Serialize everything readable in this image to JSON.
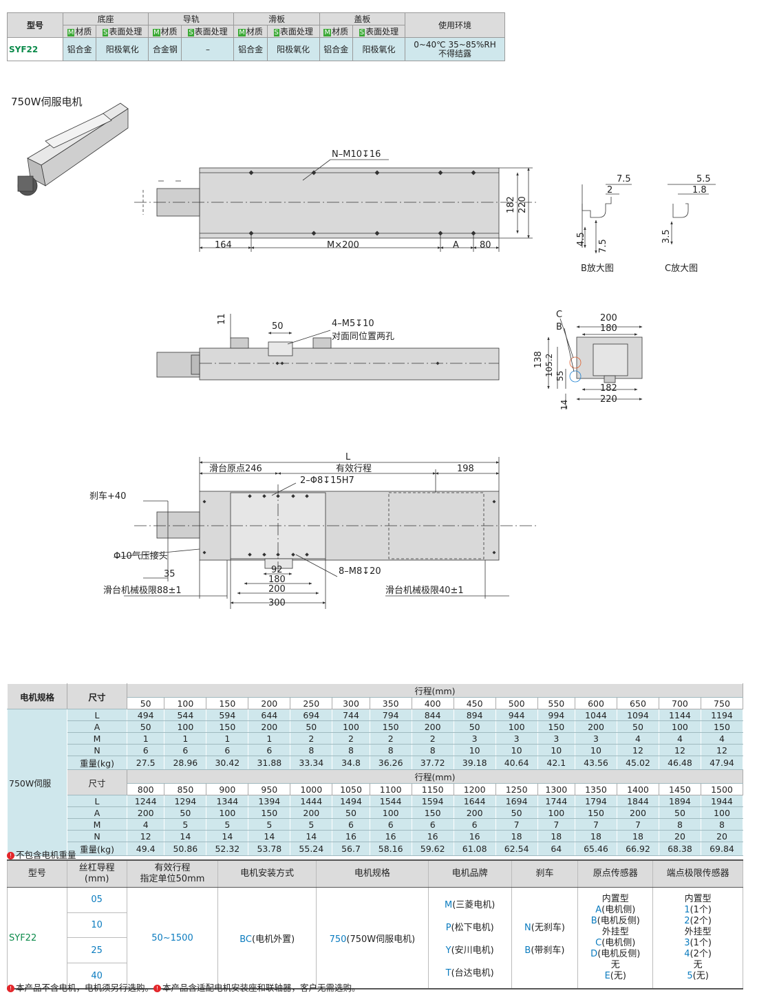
{
  "material_table": {
    "col_model": "型号",
    "groups": [
      "底座",
      "导轨",
      "滑板",
      "盖板"
    ],
    "col_env": "使用环境",
    "sub_labels": [
      "材质",
      "表面处理",
      "材质",
      "表面处理",
      "材质",
      "表面处理",
      "材质",
      "表面处理"
    ],
    "sub_tags": [
      "M",
      "S",
      "M",
      "S",
      "M",
      "S",
      "M",
      "S"
    ],
    "row": {
      "model": "SYF22",
      "cells": [
        "铝合金",
        "阳极氧化",
        "合金钢",
        "–",
        "铝合金",
        "阳极氧化",
        "铝合金",
        "阳极氧化"
      ],
      "env_line1": "0~40℃ 35~85%RH",
      "env_line2": "不得结露"
    }
  },
  "section_title": "750W伺服电机",
  "drawing": {
    "top_view": {
      "hole_note": "N–M10↧16",
      "dim_164": "164",
      "dim_m200": "M×200",
      "dim_a": "A",
      "dim_80": "80",
      "dim_182": "182",
      "dim_220": "220"
    },
    "detail_b": {
      "d1": "7.5",
      "d2": "2",
      "d3": "4.5",
      "d4": "7.5",
      "caption": "B放大图"
    },
    "detail_c": {
      "d1": "5.5",
      "d2": "1.8",
      "d3": "3.5",
      "caption": "C放大图"
    },
    "side_view": {
      "d11": "11",
      "d50": "50",
      "note1": "4–M5↧10",
      "note2": "对面同位置两孔"
    },
    "end_view": {
      "c": "C",
      "b": "B",
      "d200": "200",
      "d180": "180",
      "d138": "138",
      "d1052": "105.2",
      "d55": "55",
      "d182": "182",
      "d220": "220",
      "d14": "14"
    },
    "bottom_view": {
      "L": "L",
      "origin": "滑台原点246",
      "stroke": "有效行程",
      "d198": "198",
      "pin": "2–Φ8↧15H7",
      "brake": "刹车+40",
      "air": "Φ10气压接头",
      "d35": "35",
      "limit_left": "滑台机械极限88±1",
      "d92": "92",
      "d180": "180",
      "d200": "200",
      "d300": "300",
      "m8": "8–M8↧20",
      "limit_right": "滑台机械极限40±1"
    }
  },
  "spec_table": {
    "col_motor": "电机规格",
    "col_size": "尺寸",
    "stroke_label": "行程(mm)",
    "motor": "750W伺服",
    "row_labels": [
      "L",
      "A",
      "M",
      "N",
      "重量(kg)"
    ],
    "blocks": [
      {
        "strokes": [
          "50",
          "100",
          "150",
          "200",
          "250",
          "300",
          "350",
          "400",
          "450",
          "500",
          "550",
          "600",
          "650",
          "700",
          "750"
        ],
        "rows": [
          [
            "494",
            "544",
            "594",
            "644",
            "694",
            "744",
            "794",
            "844",
            "894",
            "944",
            "994",
            "1044",
            "1094",
            "1144",
            "1194"
          ],
          [
            "50",
            "100",
            "150",
            "200",
            "50",
            "100",
            "150",
            "200",
            "50",
            "100",
            "150",
            "200",
            "50",
            "100",
            "150"
          ],
          [
            "1",
            "1",
            "1",
            "1",
            "2",
            "2",
            "2",
            "2",
            "3",
            "3",
            "3",
            "3",
            "4",
            "4",
            "4"
          ],
          [
            "6",
            "6",
            "6",
            "6",
            "8",
            "8",
            "8",
            "8",
            "10",
            "10",
            "10",
            "10",
            "12",
            "12",
            "12"
          ],
          [
            "27.5",
            "28.96",
            "30.42",
            "31.88",
            "33.34",
            "34.8",
            "36.26",
            "37.72",
            "39.18",
            "40.64",
            "42.1",
            "43.56",
            "45.02",
            "46.48",
            "47.94"
          ]
        ]
      },
      {
        "strokes": [
          "800",
          "850",
          "900",
          "950",
          "1000",
          "1050",
          "1100",
          "1150",
          "1200",
          "1250",
          "1300",
          "1350",
          "1400",
          "1450",
          "1500"
        ],
        "rows": [
          [
            "1244",
            "1294",
            "1344",
            "1394",
            "1444",
            "1494",
            "1544",
            "1594",
            "1644",
            "1694",
            "1744",
            "1794",
            "1844",
            "1894",
            "1944"
          ],
          [
            "200",
            "50",
            "100",
            "150",
            "200",
            "50",
            "100",
            "150",
            "200",
            "50",
            "100",
            "150",
            "200",
            "50",
            "100"
          ],
          [
            "4",
            "5",
            "5",
            "5",
            "5",
            "6",
            "6",
            "6",
            "6",
            "7",
            "7",
            "7",
            "7",
            "8",
            "8"
          ],
          [
            "12",
            "14",
            "14",
            "14",
            "14",
            "16",
            "16",
            "16",
            "16",
            "18",
            "18",
            "18",
            "18",
            "20",
            "20"
          ],
          [
            "49.4",
            "50.86",
            "52.32",
            "53.78",
            "55.24",
            "56.7",
            "58.16",
            "59.62",
            "61.08",
            "62.54",
            "64",
            "65.46",
            "66.92",
            "68.38",
            "69.84"
          ]
        ]
      }
    ],
    "note": "不包含电机重量"
  },
  "order_table": {
    "headers": [
      "型号",
      "丝杠导程\n(mm)",
      "有效行程\n指定单位50mm",
      "电机安装方式",
      "电机规格",
      "电机品牌",
      "刹车",
      "原点传感器",
      "端点极限传感器"
    ],
    "model": "SYF22",
    "leads": [
      "05",
      "10",
      "25",
      "40"
    ],
    "stroke_range": "50~1500",
    "mount": {
      "code": "BC",
      "text": "(电机外置)"
    },
    "motor": {
      "code": "750",
      "text": "(750W伺服电机)"
    },
    "brands": [
      {
        "code": "M",
        "text": "(三菱电机)"
      },
      {
        "code": "P",
        "text": "(松下电机)"
      },
      {
        "code": "Y",
        "text": "(安川电机)"
      },
      {
        "code": "T",
        "text": "(台达电机)"
      }
    ],
    "brakes": [
      {
        "code": "N",
        "text": "(无刹车)"
      },
      {
        "code": "B",
        "text": "(带刹车)"
      }
    ],
    "origin": [
      {
        "head": "内置型"
      },
      {
        "code": "A",
        "text": "(电机侧)"
      },
      {
        "code": "B",
        "text": "(电机反侧)"
      },
      {
        "head": "外挂型"
      },
      {
        "code": "C",
        "text": "(电机侧)"
      },
      {
        "code": "D",
        "text": "(电机反侧)"
      },
      {
        "head": "无"
      },
      {
        "code": "E",
        "text": "(无)"
      }
    ],
    "limit": [
      {
        "head": "内置型"
      },
      {
        "code": "1",
        "text": "(1个)"
      },
      {
        "code": "2",
        "text": "(2个)"
      },
      {
        "head": "外挂型"
      },
      {
        "code": "3",
        "text": "(1个)"
      },
      {
        "code": "4",
        "text": "(2个)"
      },
      {
        "head": "无"
      },
      {
        "code": "5",
        "text": "(无)"
      }
    ]
  },
  "footer_note_1": "本产品不含电机，电机须另行选购。",
  "footer_note_2": "本产品含适配电机安装座和联轴器，客户无需选购。",
  "colors": {
    "header_gray": "#dcdcdc",
    "row_blue": "#cfe7ec",
    "code_blue": "#0a7bbf",
    "tag_green": "#3aa935",
    "note_red": "#e3262a"
  }
}
